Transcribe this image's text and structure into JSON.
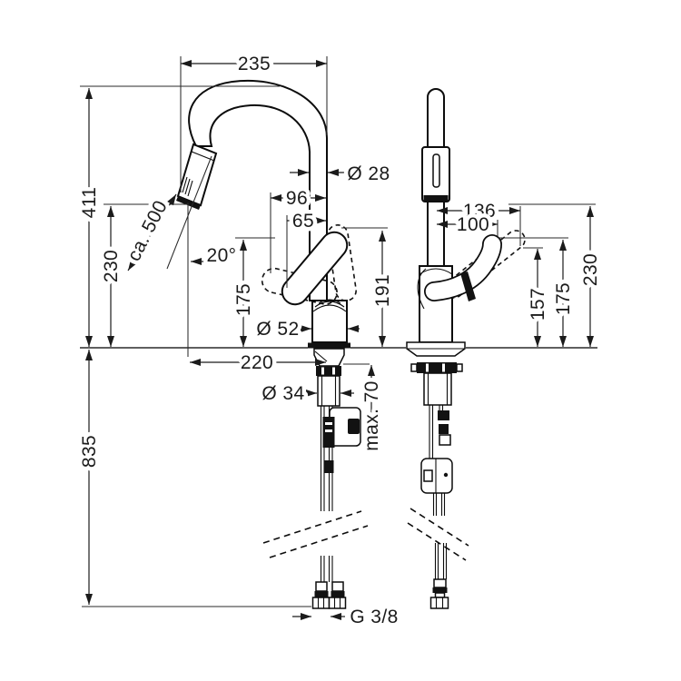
{
  "colors": {
    "ink": "#1b1b1b",
    "background": "#ffffff"
  },
  "front": {
    "reach": "235",
    "overall_height": "411",
    "outlet_height": "230",
    "hose_pullout": "ca. 500",
    "swivel_angle": "20°",
    "spout_diameter": "Ø 28",
    "handle_swing_outer": "96",
    "handle_swing_inner": "65",
    "handle_height": "175",
    "body_diameter": "Ø 52",
    "base_depth": "220",
    "shank_diameter": "Ø 34",
    "max_deck_thickness": "max. 70",
    "hose_drop": "835",
    "hose_thread": "G 3/8"
  },
  "side": {
    "handle_reach_outer": "136",
    "handle_reach_inner": "100",
    "handle_tip_height_open": "157",
    "handle_tip_height": "175",
    "outlet_height": "230",
    "spout_front_height": "191"
  }
}
